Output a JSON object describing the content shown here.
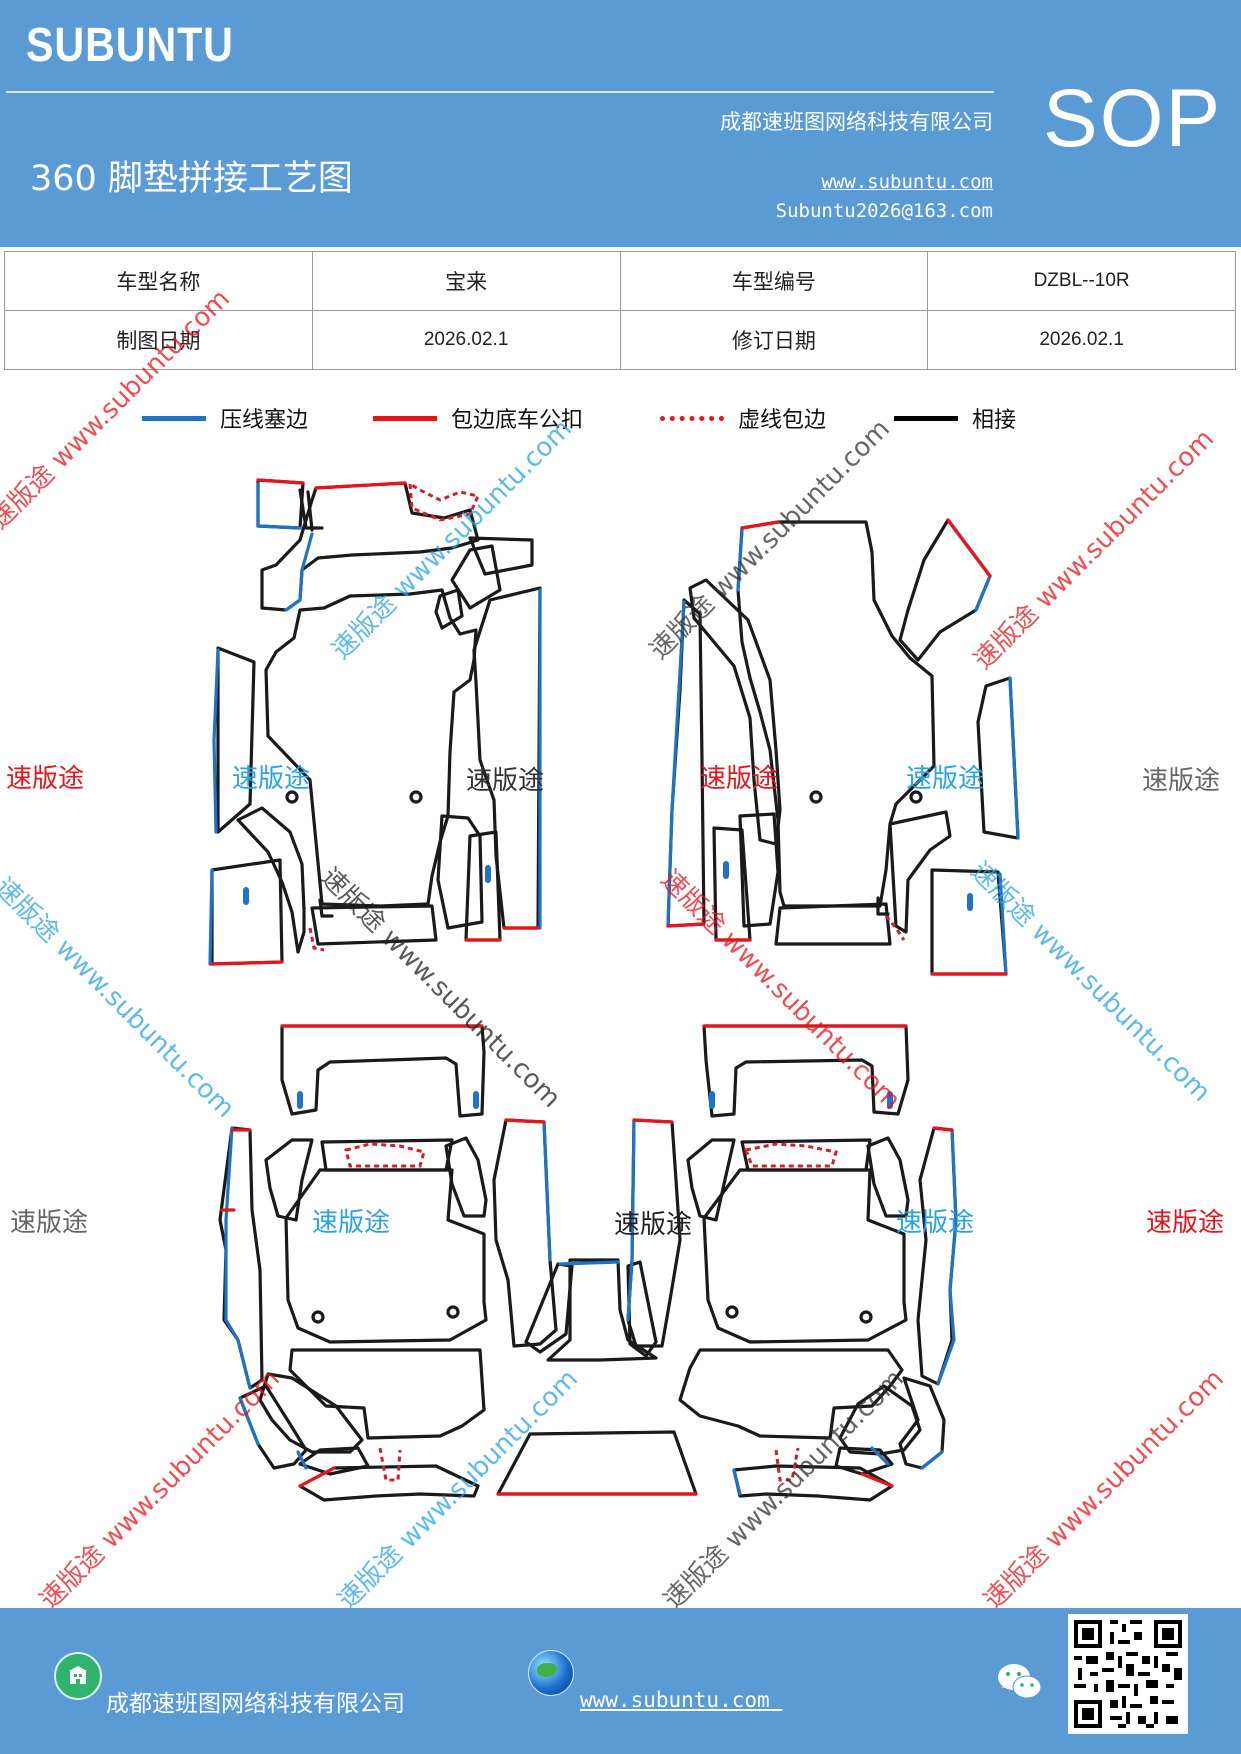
{
  "header": {
    "brand": "SUBUNTU",
    "sop": "SOP",
    "company": "成都速班图网络科技有限公司",
    "title": "360 脚垫拼接工艺图",
    "website": "www.subuntu.com",
    "email": "Subuntu2026@163.com"
  },
  "info_table": {
    "row1": [
      "车型名称",
      "宝来",
      "车型编号",
      "DZBL--10R"
    ],
    "row2": [
      "制图日期",
      "2026.02.1",
      "修订日期",
      "2026.02.1"
    ]
  },
  "legend": [
    {
      "label": "压线塞边",
      "color": "#1f73c6",
      "style": "solid"
    },
    {
      "label": "包边底车公扣",
      "color": "#e8141c",
      "style": "solid"
    },
    {
      "label": "虚线包边",
      "color": "#e8141c",
      "style": "dotted"
    },
    {
      "label": "相接",
      "color": "#000000",
      "style": "solid"
    }
  ],
  "colors": {
    "header_bg": "#5b9bd5",
    "blue_edge": "#1f73c6",
    "red_edge": "#e8141c",
    "outline": "#1a1a1a"
  },
  "watermarks": {
    "brand_text": "速版途",
    "diagonal_text": "速版途 www.subuntu.com",
    "diagonal_text_alt": "速版途 www.subuntu.com"
  },
  "footer": {
    "company": "成都速班图网络科技有限公司",
    "website": "www.subuntu.com "
  },
  "icons": [
    "company-icon",
    "globe-icon",
    "wechat-icon",
    "qr-code"
  ]
}
